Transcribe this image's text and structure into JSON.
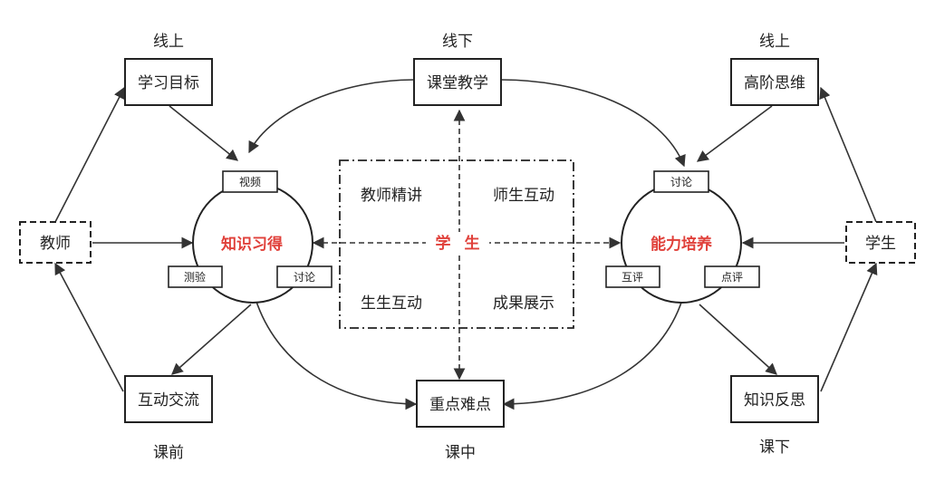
{
  "stage_labels": {
    "left_top": "线上",
    "center_top": "线下",
    "right_top": "线上",
    "left_bottom": "课前",
    "center_bottom": "课中",
    "right_bottom": "课下"
  },
  "boxes": {
    "learning_goals": "学习目标",
    "classroom_teaching": "课堂教学",
    "higher_order_thinking": "高阶思维",
    "interactive_exchange": "互动交流",
    "key_difficult_points": "重点难点",
    "knowledge_reflection": "知识反思"
  },
  "actors": {
    "teacher": "教师",
    "student": "学生"
  },
  "circles": {
    "left": {
      "title": "知识习得",
      "tags": {
        "video": "视频",
        "quiz": "测验",
        "discussion": "讨论"
      }
    },
    "right": {
      "title": "能力培养",
      "tags": {
        "discussion": "讨论",
        "peer_review": "互评",
        "comment": "点评"
      }
    }
  },
  "center_panel": {
    "top_left": "教师精讲",
    "top_right": "师生互动",
    "bottom_left": "生生互动",
    "bottom_right": "成果展示",
    "center_left": "学",
    "center_right": "生"
  }
}
